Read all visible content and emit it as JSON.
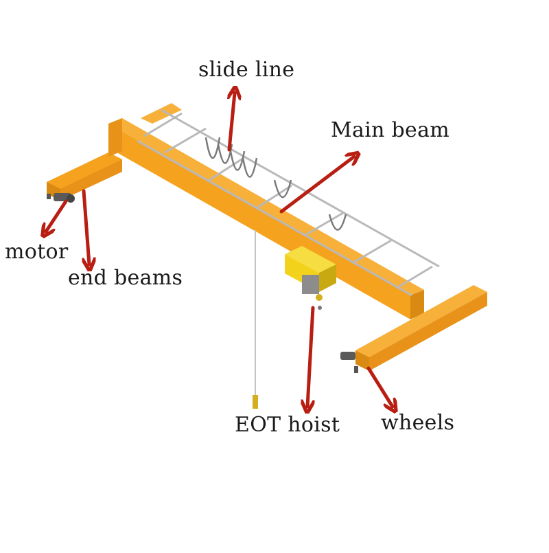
{
  "colors": {
    "beam_orange": "#F5A21F",
    "beam_shadow": "#D98A12",
    "hoist_yellow": "#F2D21B",
    "arrow_red": "#B81E12",
    "rail_gray": "#B9B9B9",
    "motor_gray": "#5A5A5A"
  },
  "labels": {
    "slide_line": "slide line",
    "main_beam": "Main beam",
    "motor": "motor",
    "end_beams": "end beams",
    "eot_hoist": "EOT hoist",
    "wheels": "wheels"
  }
}
